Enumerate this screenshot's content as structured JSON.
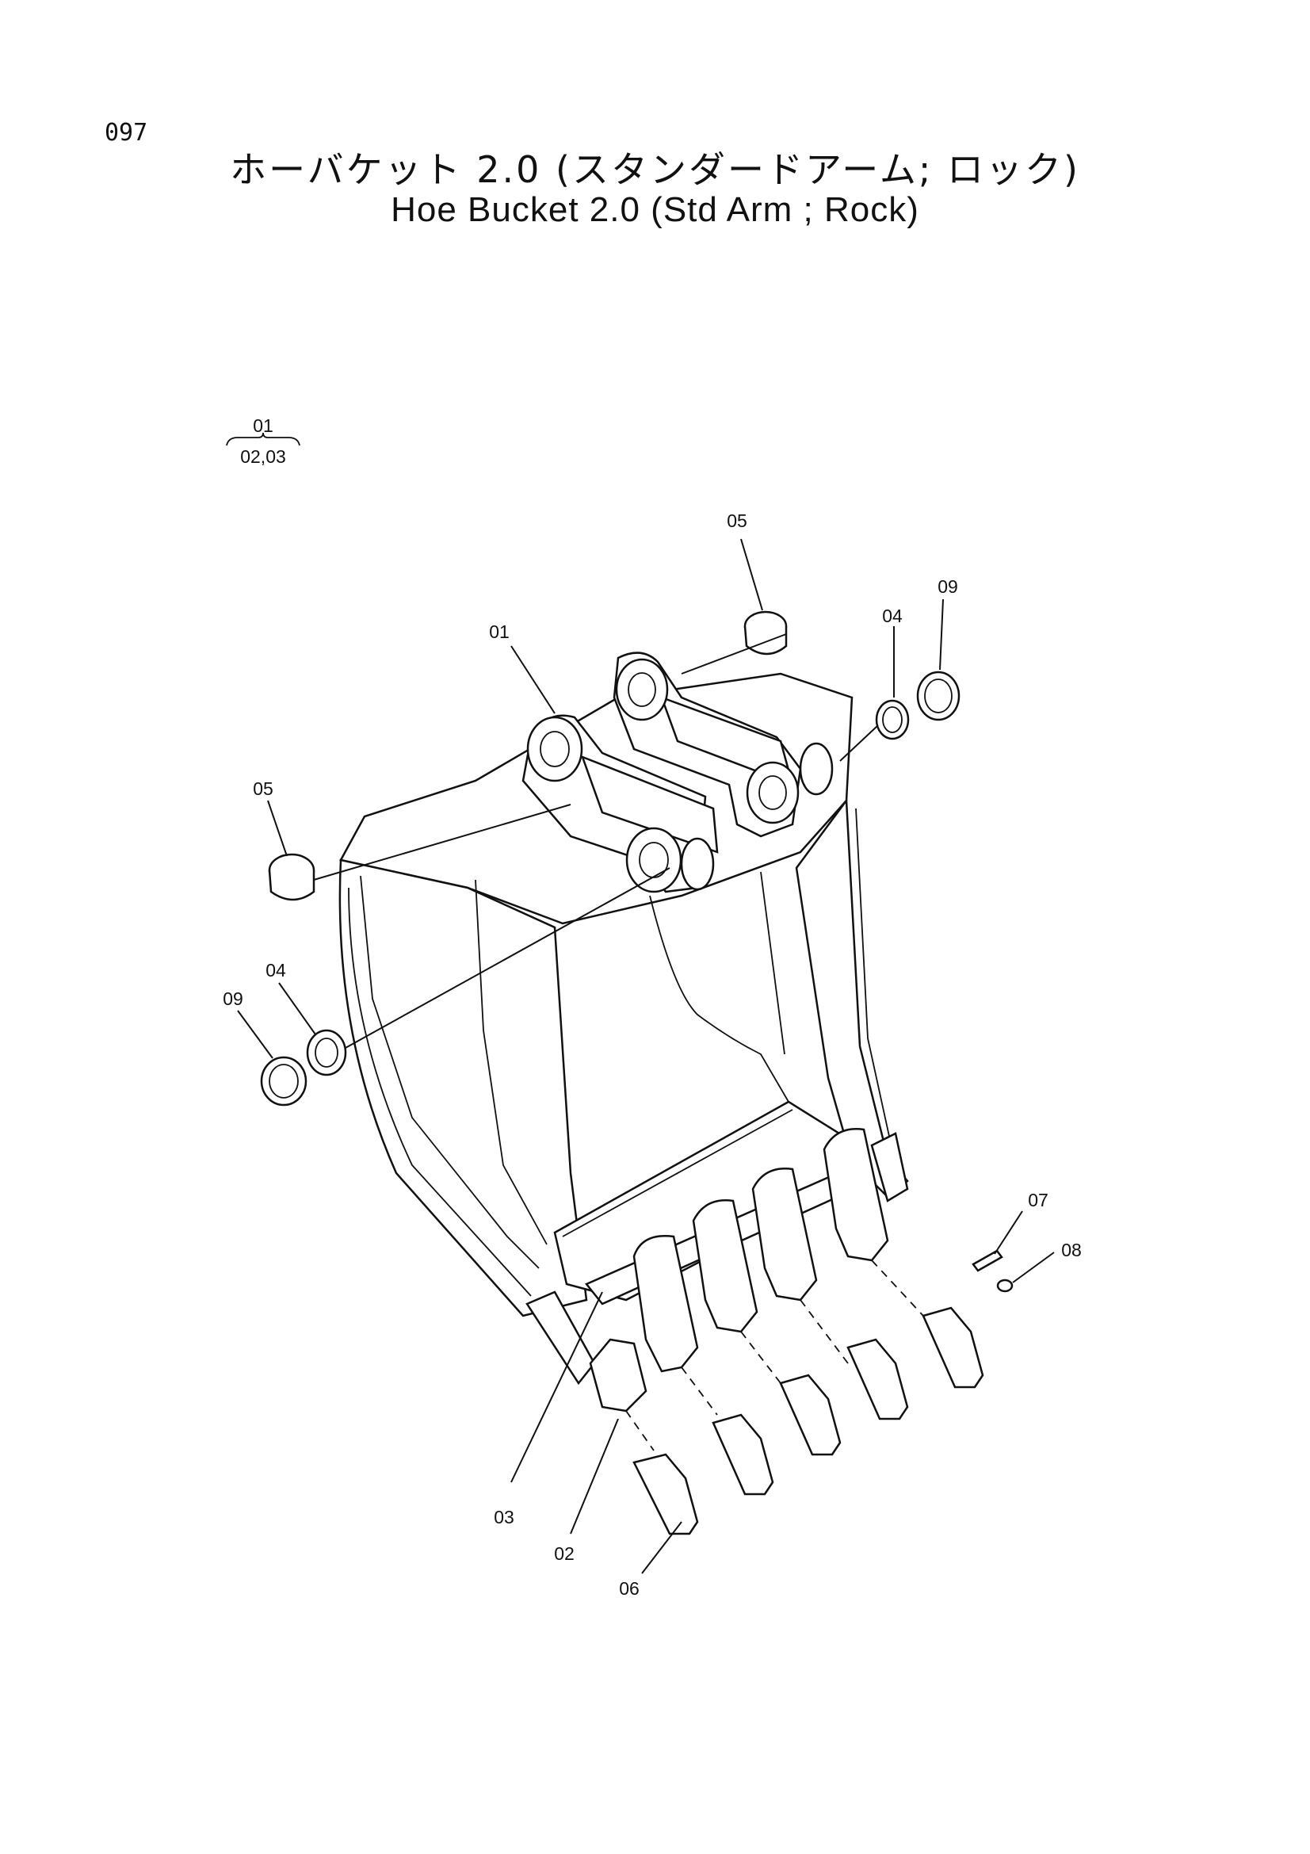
{
  "page_number": "097",
  "title_jp": "ホーバケット 2.0 (スタンダードアーム; ロック)",
  "title_en": "Hoe Bucket 2.0 (Std Arm ; Rock)",
  "assembly_key": {
    "parent": "01",
    "children": "02,03"
  },
  "callouts": {
    "c01": "01",
    "c02": "02",
    "c03": "03",
    "c04a": "04",
    "c04b": "04",
    "c05a": "05",
    "c05b": "05",
    "c06": "06",
    "c07": "07",
    "c08": "08",
    "c09a": "09",
    "c09b": "09"
  }
}
